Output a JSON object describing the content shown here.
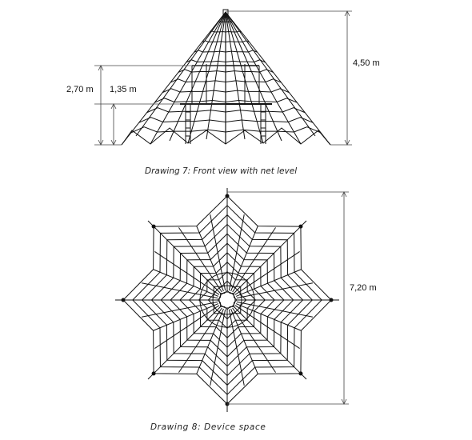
{
  "front_view": {
    "caption": "Drawing 7: Front view with net level",
    "dimensions": {
      "total_height": "4,50 m",
      "platform_height": "2,70 m",
      "net_level": "1,35 m"
    }
  },
  "top_view": {
    "caption": "Drawing 8: Device space",
    "dimensions": {
      "diameter": "7,20 m"
    }
  },
  "colors": {
    "line": "#111111",
    "dimension_line": "#333333",
    "background": "#ffffff"
  }
}
